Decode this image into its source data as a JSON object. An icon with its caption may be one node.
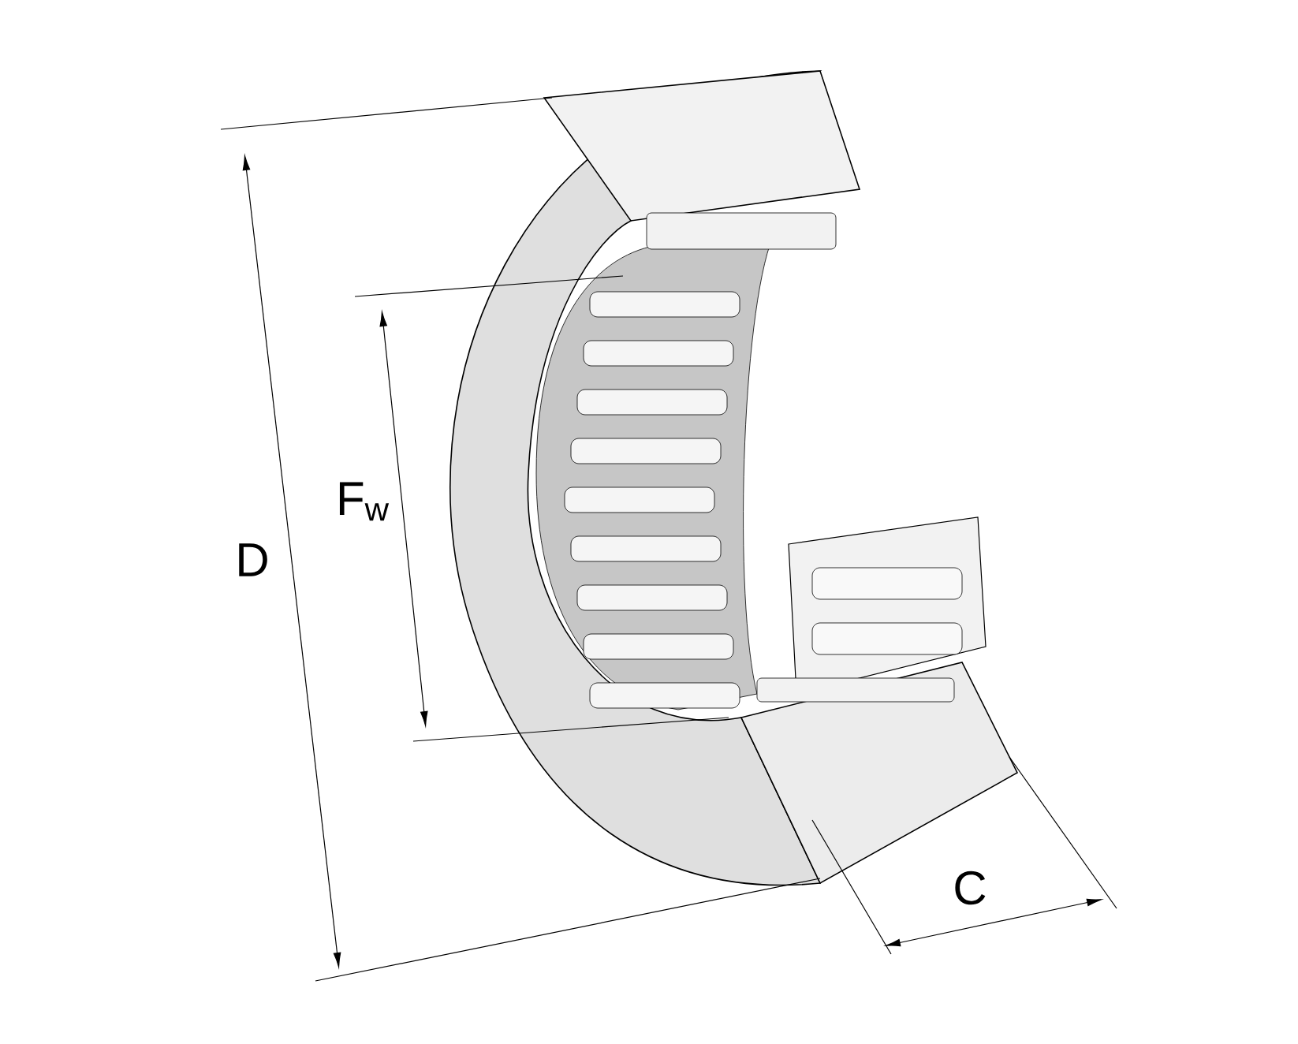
{
  "diagram": {
    "labels": [
      "D",
      "F$_{w}$",
      "C"
    ]
  }
}
